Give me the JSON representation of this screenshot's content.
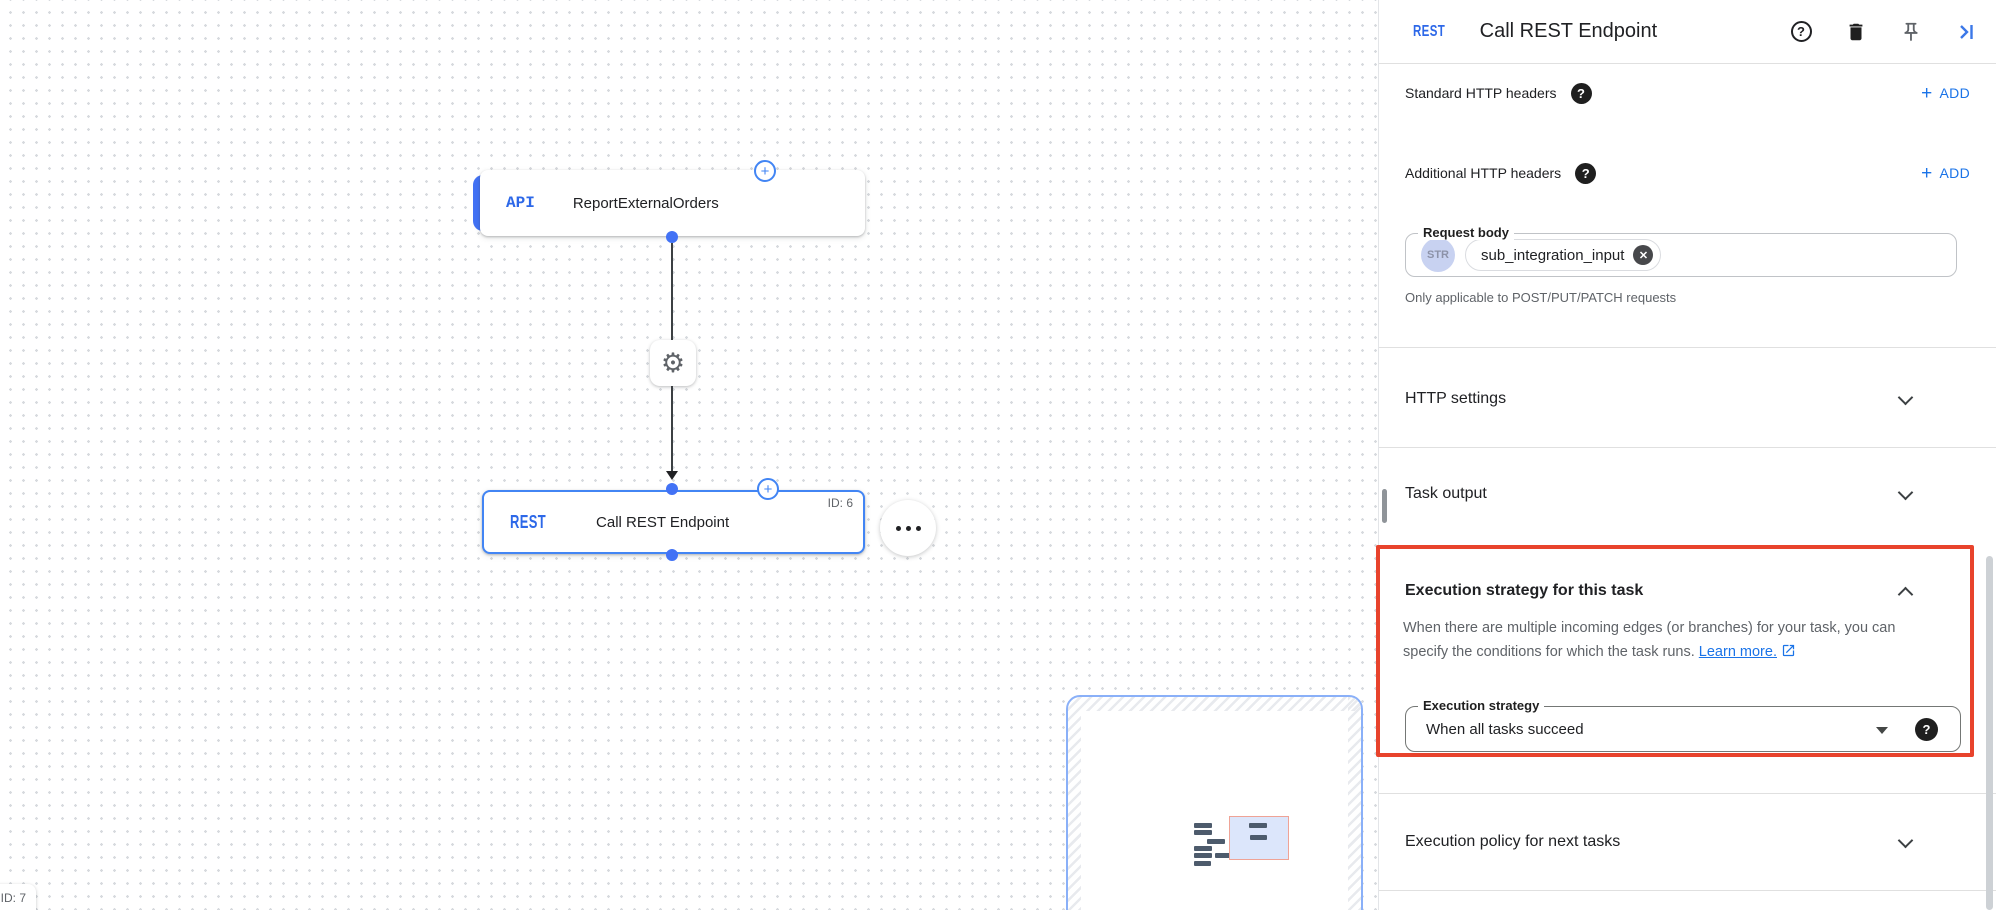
{
  "colors": {
    "accent_blue": "#1a73e8",
    "node_border_blue": "#4285f4",
    "badge_blue": "#2d68e8",
    "highlight_red": "#e8432c",
    "text_primary": "#202124",
    "text_secondary": "#5f6368"
  },
  "icons": {
    "plus": "+",
    "help_q": "?",
    "gear": "⚙",
    "close_x": "✕",
    "delete": "trash-icon",
    "pin": "pin-icon",
    "collapse": "collapse-right-icon",
    "external": "open-in-new-icon",
    "more": "more-horizontal-icon"
  },
  "canvas": {
    "node_report": {
      "badge": "API",
      "label": "ReportExternalOrders"
    },
    "node_rest": {
      "badge": "REST",
      "label": "Call REST Endpoint",
      "id": "ID: 6"
    },
    "node_cut": {
      "id": "ID: 7"
    }
  },
  "panel": {
    "header": {
      "badge": "REST",
      "title": "Call REST Endpoint"
    },
    "rows": [
      {
        "label": "Standard HTTP headers",
        "add": "ADD"
      },
      {
        "label": "Additional HTTP headers",
        "add": "ADD"
      }
    ],
    "request_body": {
      "label": "Request body",
      "type_chip": "STR",
      "value_chip": "sub_integration_input",
      "helper": "Only applicable to POST/PUT/PATCH requests"
    },
    "sections": {
      "http_settings": {
        "title": "HTTP settings"
      },
      "task_output": {
        "title": "Task output"
      },
      "execution_strategy": {
        "title": "Execution strategy for this task",
        "description": "When there are multiple incoming edges (or branches) for your task, you can specify the conditions for which the task runs.",
        "link": "Learn more.",
        "field_label": "Execution strategy",
        "field_value": "When all tasks succeed"
      },
      "execution_policy": {
        "title": "Execution policy for next tasks"
      }
    }
  }
}
